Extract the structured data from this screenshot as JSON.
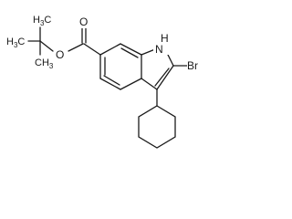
{
  "molecule": {
    "atoms": {
      "oxygen_carbonyl": "O",
      "oxygen_ester": "O",
      "nitrogen_h": "H",
      "nitrogen": "N",
      "bromine": "Br",
      "tbu_left_h": "H",
      "tbu_left_3": "3",
      "tbu_left_c": "C",
      "tbu_top_h": "H",
      "tbu_top_3": "3",
      "tbu_top_c": "C",
      "tbu_bottom_c": "C",
      "tbu_bottom_h": "H",
      "tbu_bottom_3": "3"
    }
  }
}
